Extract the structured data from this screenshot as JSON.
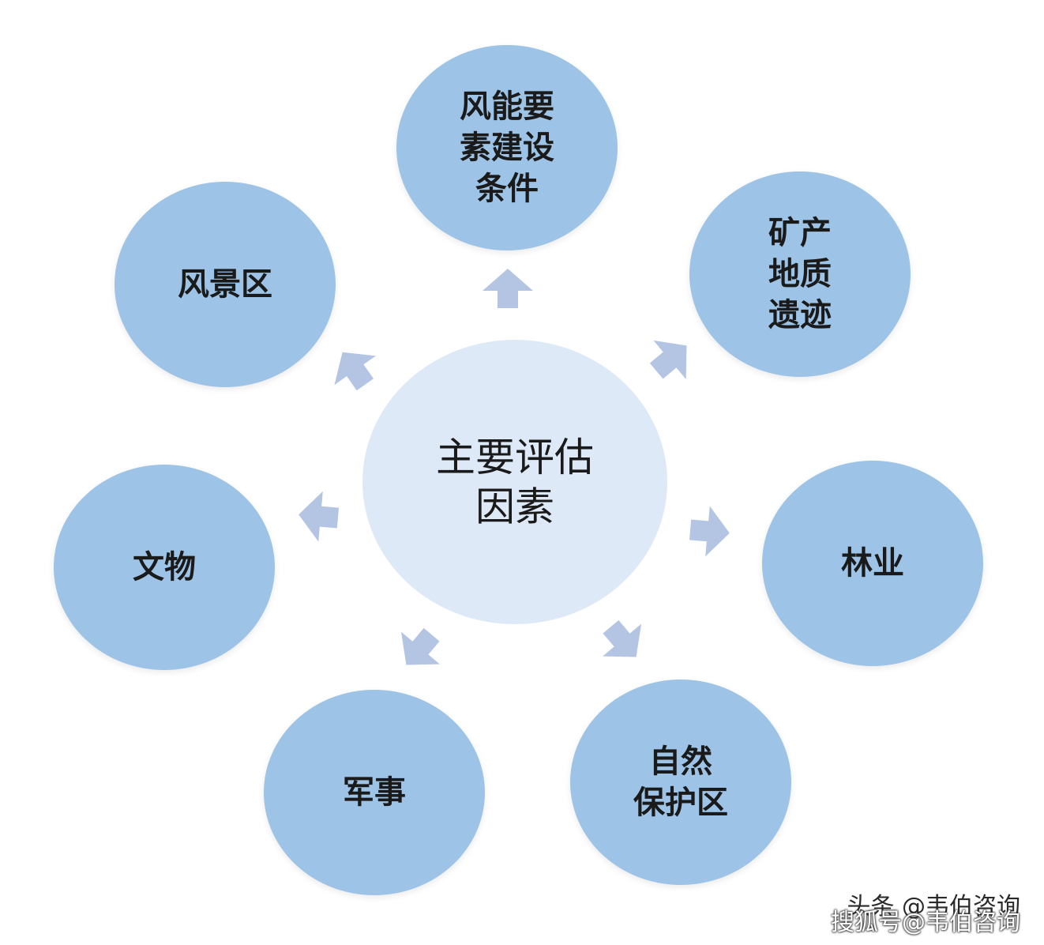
{
  "diagram": {
    "center": {
      "lines": [
        "主要评估",
        "因素"
      ]
    },
    "nodes": [
      {
        "id": "wind-energy",
        "lines": [
          "风能要",
          "素建设",
          "条件"
        ]
      },
      {
        "id": "mineral-geology",
        "lines": [
          "矿产",
          "地质",
          "遗迹"
        ]
      },
      {
        "id": "forestry",
        "lines": [
          "林业"
        ]
      },
      {
        "id": "nature-reserve",
        "lines": [
          "自然",
          "保护区"
        ]
      },
      {
        "id": "military",
        "lines": [
          "军事"
        ]
      },
      {
        "id": "cultural-relics",
        "lines": [
          "文物"
        ]
      },
      {
        "id": "scenic-area",
        "lines": [
          "风景区"
        ]
      }
    ],
    "colors": {
      "node_fill": "#9dc3e6",
      "center_fill": "#dee9f7",
      "arrow_fill": "#b4c5e4",
      "text": "#1a1a1a"
    }
  },
  "watermark": {
    "line1": "头条 @韦伯咨询",
    "line2": "搜狐号@韦伯咨询"
  }
}
